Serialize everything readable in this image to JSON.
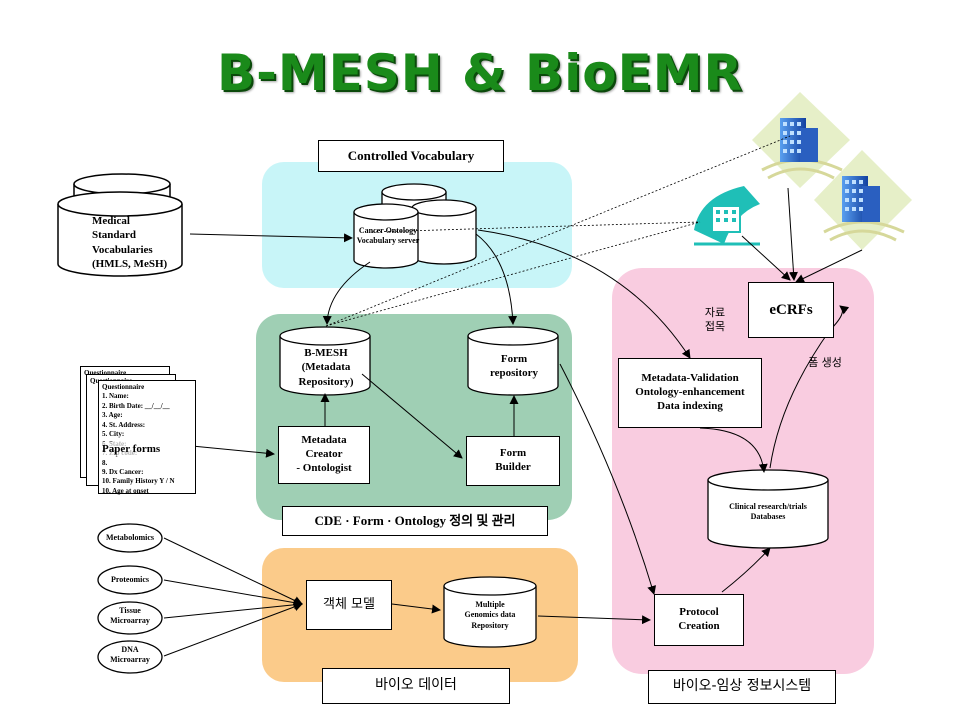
{
  "title": "B-MESH & BioEMR",
  "nodes": {
    "controlled_vocabulary": "Controlled Vocabulary",
    "medical_standard": [
      "Medical",
      "Standard",
      "Vocabularies",
      "(HMLS, MeSH)"
    ],
    "cancer_ontology": [
      "Cancer Ontology",
      "Vocabulary server"
    ],
    "bmesh": [
      "B-MESH",
      "(Metadata",
      "Repository)"
    ],
    "form_repository": [
      "Form",
      "repository"
    ],
    "metadata_creator": [
      "Metadata",
      "Creator",
      "- Ontologist"
    ],
    "form_builder": [
      "Form",
      "Builder"
    ],
    "paper_forms": "Paper forms",
    "cde_form_ontology": "CDE · Form · Ontology 정의 및 관리",
    "ecrfs": "eCRFs",
    "data_collection": [
      "자료",
      "접목"
    ],
    "form_generation": "폼 생성",
    "metadata_validation": [
      "Metadata-Validation",
      "Ontology-enhancement",
      "Data indexing"
    ],
    "clinical_db": [
      "Clinical research/trials",
      "Databases"
    ],
    "protocol_creation": [
      "Protocol",
      "Creation"
    ],
    "object_model": "객체 모델",
    "multiple_genomics": [
      "Multiple",
      "Genomics data",
      "Repository"
    ],
    "bio_data": "바이오 데이터",
    "bio_clinical": "바이오-임상 정보시스템",
    "bio_sources": [
      "Metabolomics",
      "Proteomics",
      "Tissue Microarray",
      "DNA Microarray"
    ]
  },
  "paper_form_text": {
    "header": "Questionnaire",
    "fields": [
      "1.  Name:",
      "2.  Birth Date:  __/__/__",
      "3.  Age:",
      "4.  St. Address:",
      "5.  City:",
      "6.  State:",
      "7.  Zip code:",
      "8.",
      "9.  Dx Cancer:",
      "10. Family History  Y / N",
      "10. Age at onset"
    ]
  },
  "colors": {
    "title_green": "#1a8a1a",
    "vocab_bg": "#c8f5f8",
    "cde_bg": "#9fcfb4",
    "bio_data_bg": "#fbcb8a",
    "clinical_bg": "#f9cce0",
    "building_blue": "#1f66c8",
    "building_teal": "#1fbfb7",
    "building_diamond": "#e6efc8"
  },
  "icons": [
    "building-icon",
    "hospital-icon"
  ]
}
